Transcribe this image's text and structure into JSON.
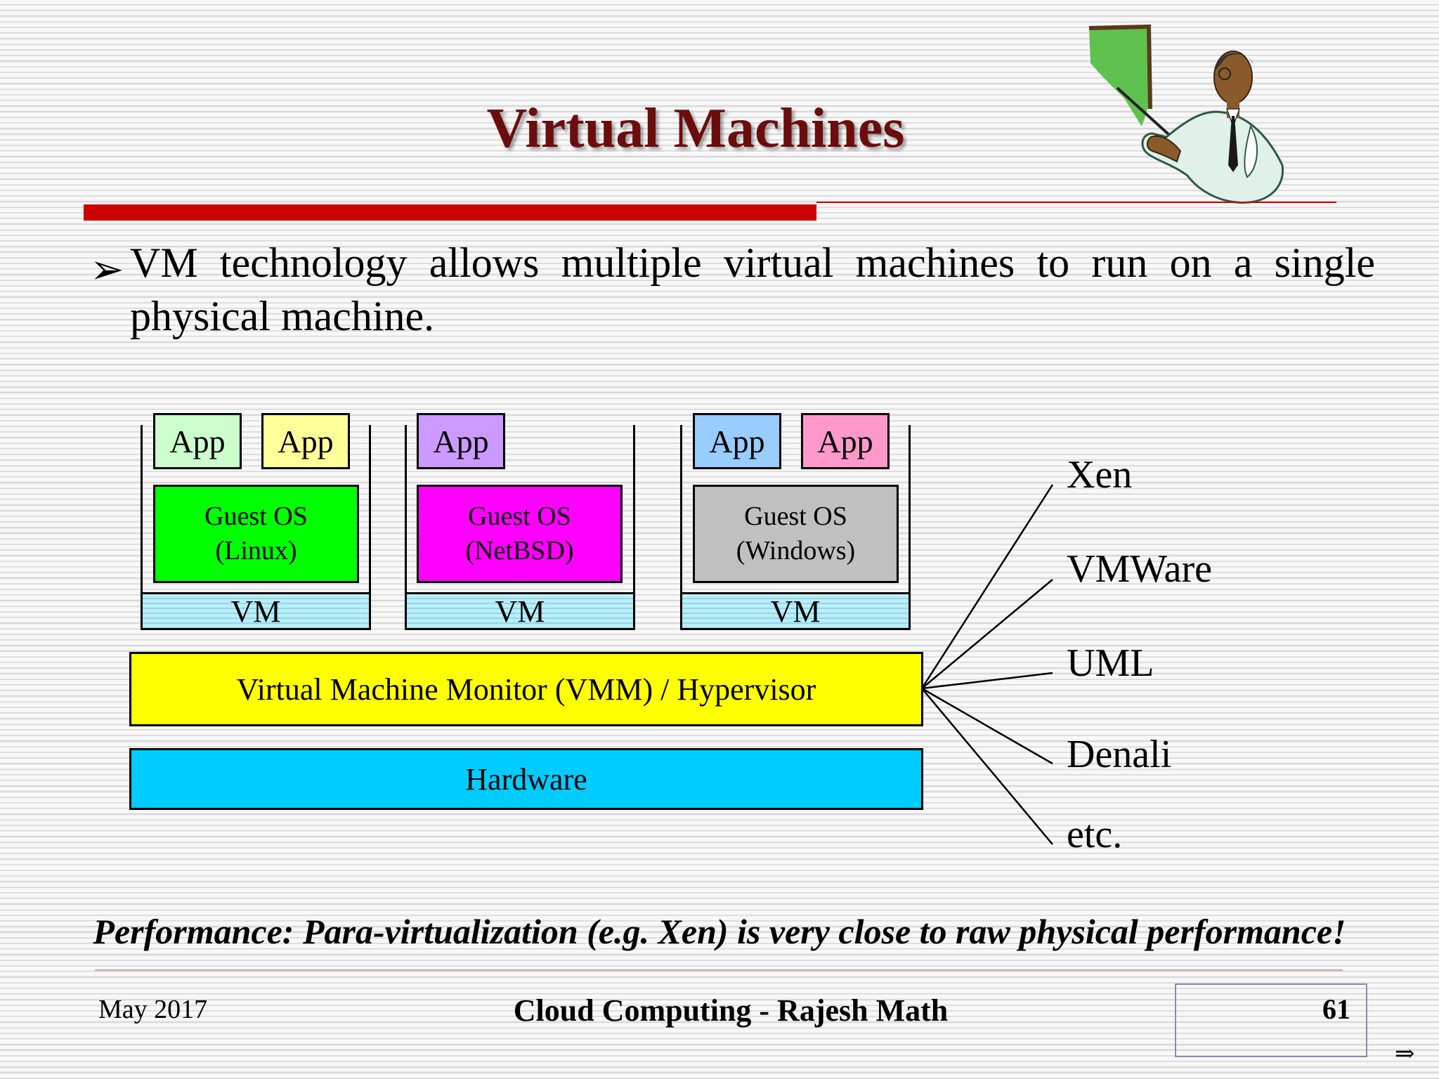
{
  "slide": {
    "title": "Virtual Machines",
    "bullet": "VM technology allows multiple virtual machines to run on a single physical machine.",
    "performance_note": "Performance: Para-virtualization (e.g. Xen) is very close to raw physical performance!"
  },
  "diagram": {
    "stacks": [
      {
        "apps": [
          {
            "label": "App",
            "color": "#ccffcc"
          },
          {
            "label": "App",
            "color": "#ffff99"
          }
        ],
        "guest_os": {
          "label": "Guest OS\n(Linux)",
          "color": "#00ff00"
        },
        "vm_label": "VM"
      },
      {
        "apps": [
          {
            "label": "App",
            "color": "#cc99ff"
          }
        ],
        "guest_os": {
          "label": "Guest OS\n(NetBSD)",
          "color": "#ff00ff"
        },
        "vm_label": "VM"
      },
      {
        "apps": [
          {
            "label": "App",
            "color": "#99ccff"
          },
          {
            "label": "App",
            "color": "#ff99cc"
          }
        ],
        "guest_os": {
          "label": "Guest OS\n(Windows)",
          "color": "#c0c0c0"
        },
        "vm_label": "VM"
      }
    ],
    "hypervisor": {
      "label": "Virtual Machine Monitor (VMM) / Hypervisor",
      "color": "#ffff00"
    },
    "hardware": {
      "label": "Hardware",
      "color": "#00ccff"
    },
    "products": [
      "Xen",
      "VMWare",
      "UML",
      "Denali",
      "etc."
    ]
  },
  "footer": {
    "date": "May 2017",
    "title": "Cloud Computing - Rajesh Math",
    "page": "61",
    "nav_arrow": "⇒"
  },
  "colors": {
    "title": "#6b0d0d",
    "accent_rule": "#cc0000"
  },
  "icons": {
    "illustration": "presenter-clipart"
  }
}
